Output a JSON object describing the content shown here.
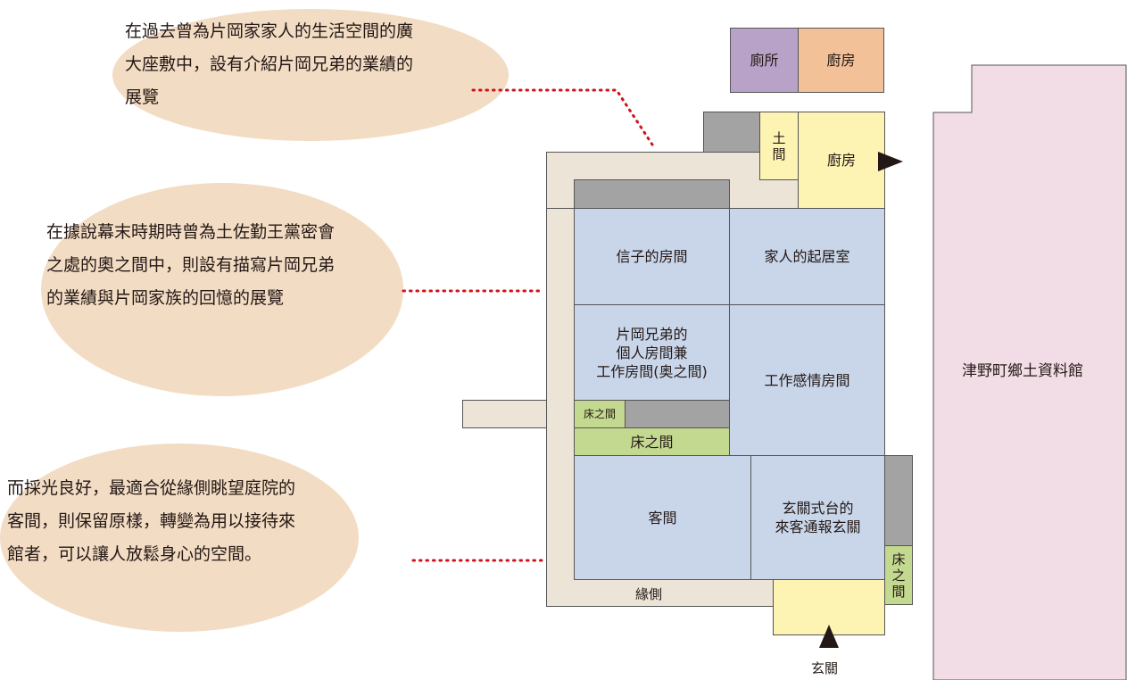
{
  "notes": {
    "top": "在過去曾為片岡家家人的生活空間的廣\n大座敷中，設有介紹片岡兄弟的業績的\n展覽",
    "middle": "在據說幕末時期時曾為土佐勤王黨密會\n之處的奧之間中，則設有描寫片岡兄弟\n的業績與片岡家族的回憶的展覽",
    "bottom": "而採光良好，最適合從緣側眺望庭院的\n客間，則保留原樣，轉變為用以接待來\n館者，可以讓人放鬆身心的空間。"
  },
  "rooms": {
    "toilet": "廁所",
    "kitchen_top": "廚房",
    "doma": "土間",
    "kitchen": "廚房",
    "nobuko_room": "信子的房間",
    "family_living": "家人的起居室",
    "brothers_room": "片岡兄弟的\n個人房間兼\n工作房間(奥之間)",
    "work_room": "工作感情房間",
    "tokonoma_small": "床之間",
    "tokonoma": "床之間",
    "guest_room": "客間",
    "genkan_shikidai": "玄關式台的\n來客通報玄關",
    "tokonoma_vertical": "床之間",
    "engawa": "緣側",
    "genkan": "玄關",
    "museum": "津野町鄉土資料館"
  },
  "colors": {
    "bubble": "#f3dcc4",
    "room_blue": "#c9d6ea",
    "wall_gray": "#a3a3a3",
    "tokonoma_green": "#c3d98f",
    "kitchen_yellow": "#fdf3b3",
    "engawa_beige": "#ebe4d7",
    "toilet_purple": "#b8a2c8",
    "kitchen_orange": "#f2c197",
    "museum_pink": "#f2dce6",
    "leader_red": "#d0121b"
  }
}
